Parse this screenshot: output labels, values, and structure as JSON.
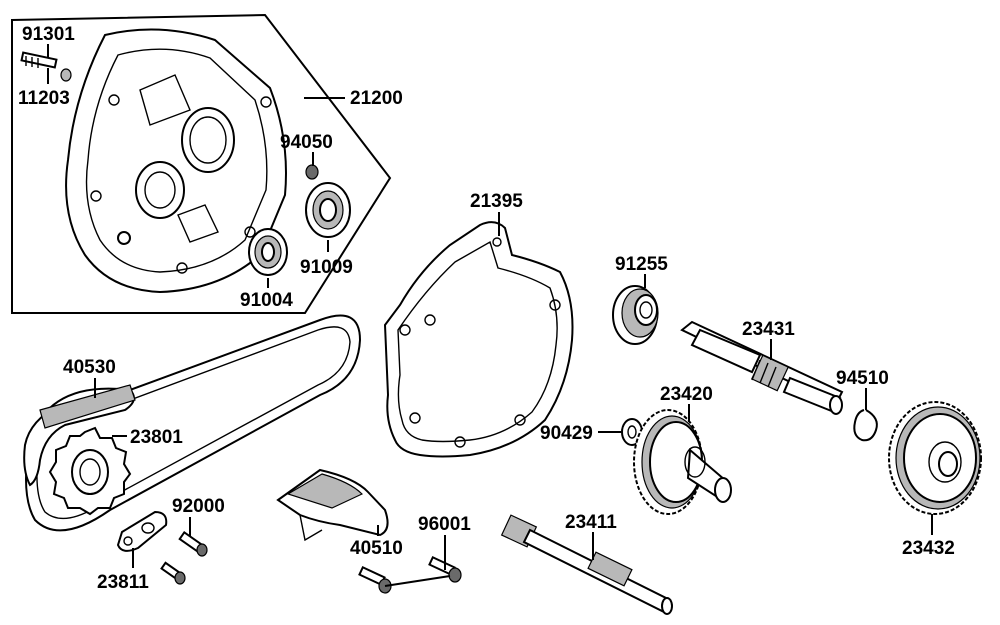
{
  "labels": {
    "p91301": "91301",
    "p11203": "11203",
    "p21200": "21200",
    "p94050": "94050",
    "p91009": "91009",
    "p91004": "91004",
    "p21395": "21395",
    "p91255": "91255",
    "p23431": "23431",
    "p94510": "94510",
    "p40530": "40530",
    "p23801": "23801",
    "p90429": "90429",
    "p23420": "23420",
    "p92000": "92000",
    "p96001": "96001",
    "p23411": "23411",
    "p40510": "40510",
    "p23811": "23811",
    "p23432": "23432"
  }
}
